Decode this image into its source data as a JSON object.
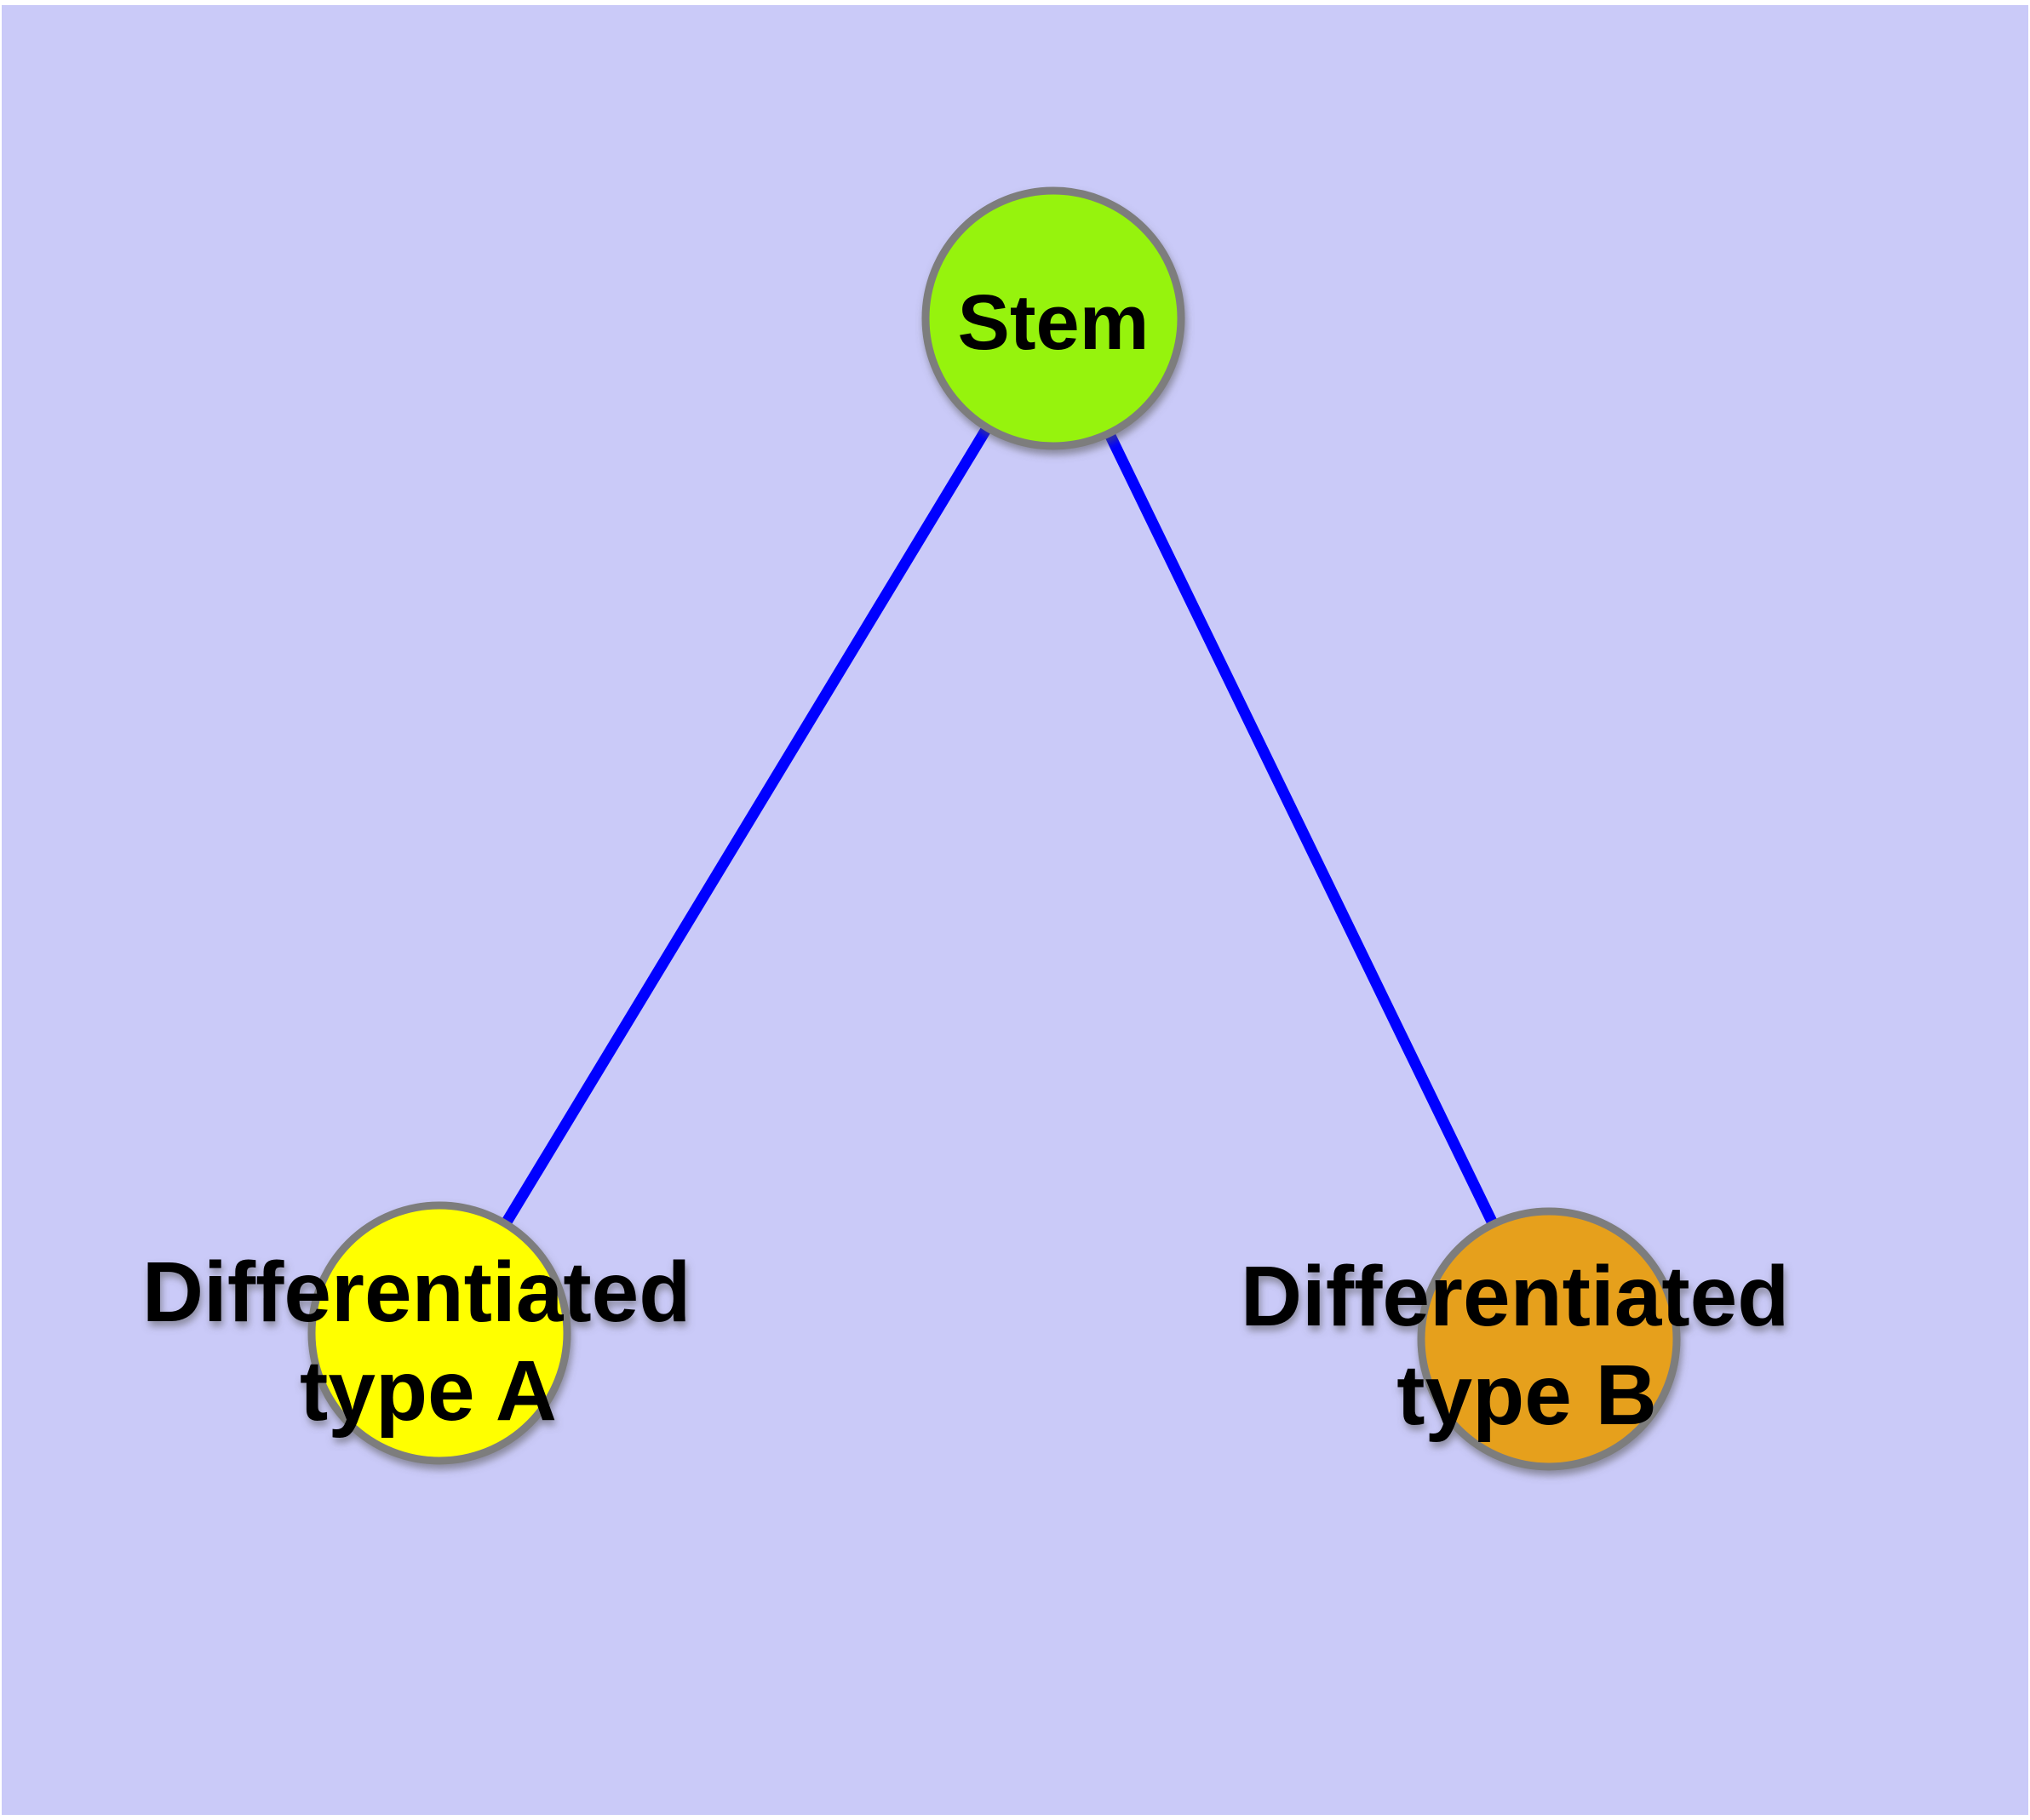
{
  "canvas": {
    "page_color": "#FFFFFF",
    "background_color": "#CACAF8"
  },
  "styles": {
    "node_border_color": "#7D7D7D",
    "edge_color": "#0000FF",
    "label_color": "#000000"
  },
  "nodes": {
    "stem": {
      "label": "Stem",
      "fill": "#96F30A"
    },
    "type_a": {
      "label_line1": "Differentiated",
      "label_line2": "type A",
      "fill": "#FFFF00"
    },
    "type_b": {
      "label_line1": "Differentiated",
      "label_line2": "type B",
      "fill": "#E6A01F"
    }
  },
  "edges": [
    {
      "from": "Stem",
      "to": "Differentiated type A"
    },
    {
      "from": "Stem",
      "to": "Differentiated type B"
    }
  ]
}
